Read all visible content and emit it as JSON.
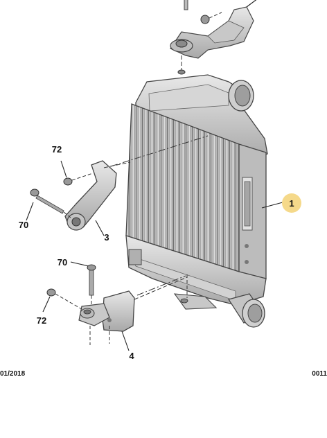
{
  "callouts": {
    "intercooler": "1",
    "bracket_upper": "3",
    "bracket_lower": "4",
    "bolt_a": "72",
    "bolt_b": "70",
    "bolt_c": "70",
    "bolt_d": "72"
  },
  "footer": {
    "date_text": "01/2018",
    "code_text": "0011"
  },
  "colors": {
    "callout_highlight": "#f5d98a",
    "part_fill": "#cfcfcf",
    "line": "#3a3a3a"
  }
}
